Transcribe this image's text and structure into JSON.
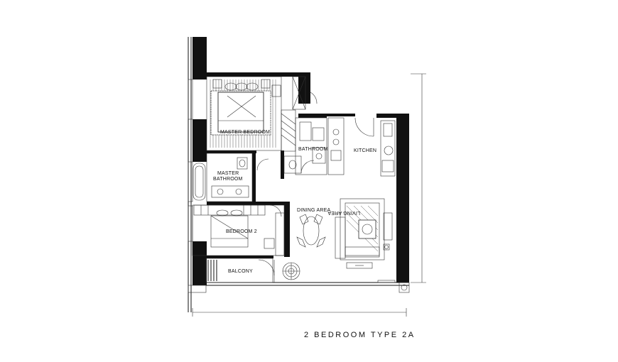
{
  "plan": {
    "caption": "2 BEDROOM TYPE 2A",
    "rooms": {
      "master_bedroom": "MASTER BEDROOM",
      "master_bathroom_1": "MASTER",
      "master_bathroom_2": "BATHROOM",
      "bathroom": "BATHROOM",
      "kitchen": "KITCHEN",
      "dining_area": "DINING AREA",
      "living_area": "LIVING AREA",
      "bedroom_2": "BEDROOM 2",
      "balcony": "BALCONY"
    }
  }
}
